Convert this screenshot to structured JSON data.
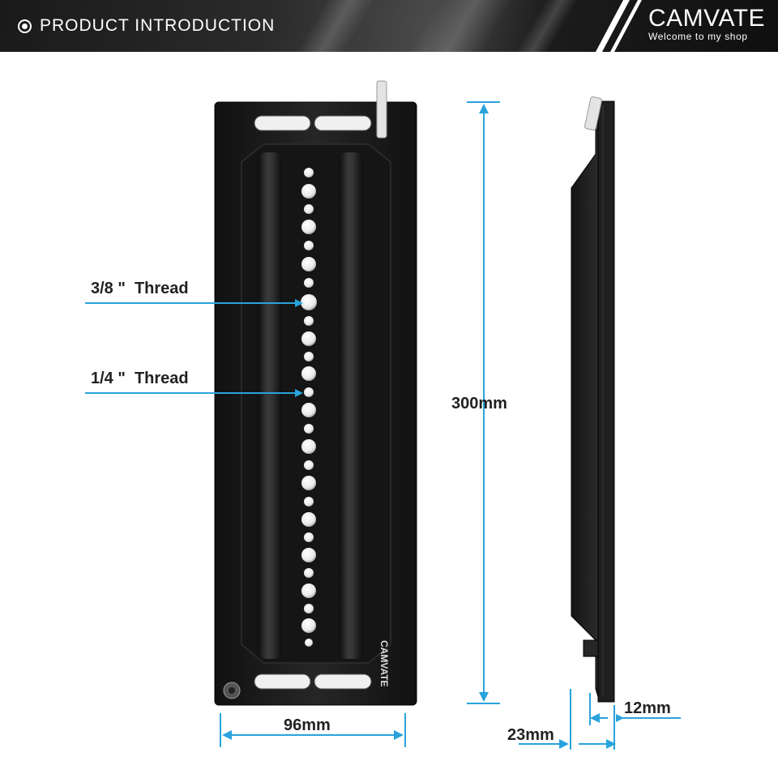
{
  "header": {
    "title": "PRODUCT INTRODUCTION",
    "brand": "CAMVATE",
    "tagline": "Welcome to my shop",
    "icon": "target-icon"
  },
  "product": {
    "engraving": "CAMVATE"
  },
  "annotations": {
    "thread_3_8": "3/8 \"  Thread",
    "thread_1_4": "1/4 \"  Thread",
    "length": "300mm",
    "width": "96mm",
    "depth_total": "23mm",
    "depth_rail": "12mm"
  },
  "colors": {
    "dimension_line": "#29a3dc",
    "plate": "#1b1b1b",
    "banner": "#1a1a1a"
  }
}
